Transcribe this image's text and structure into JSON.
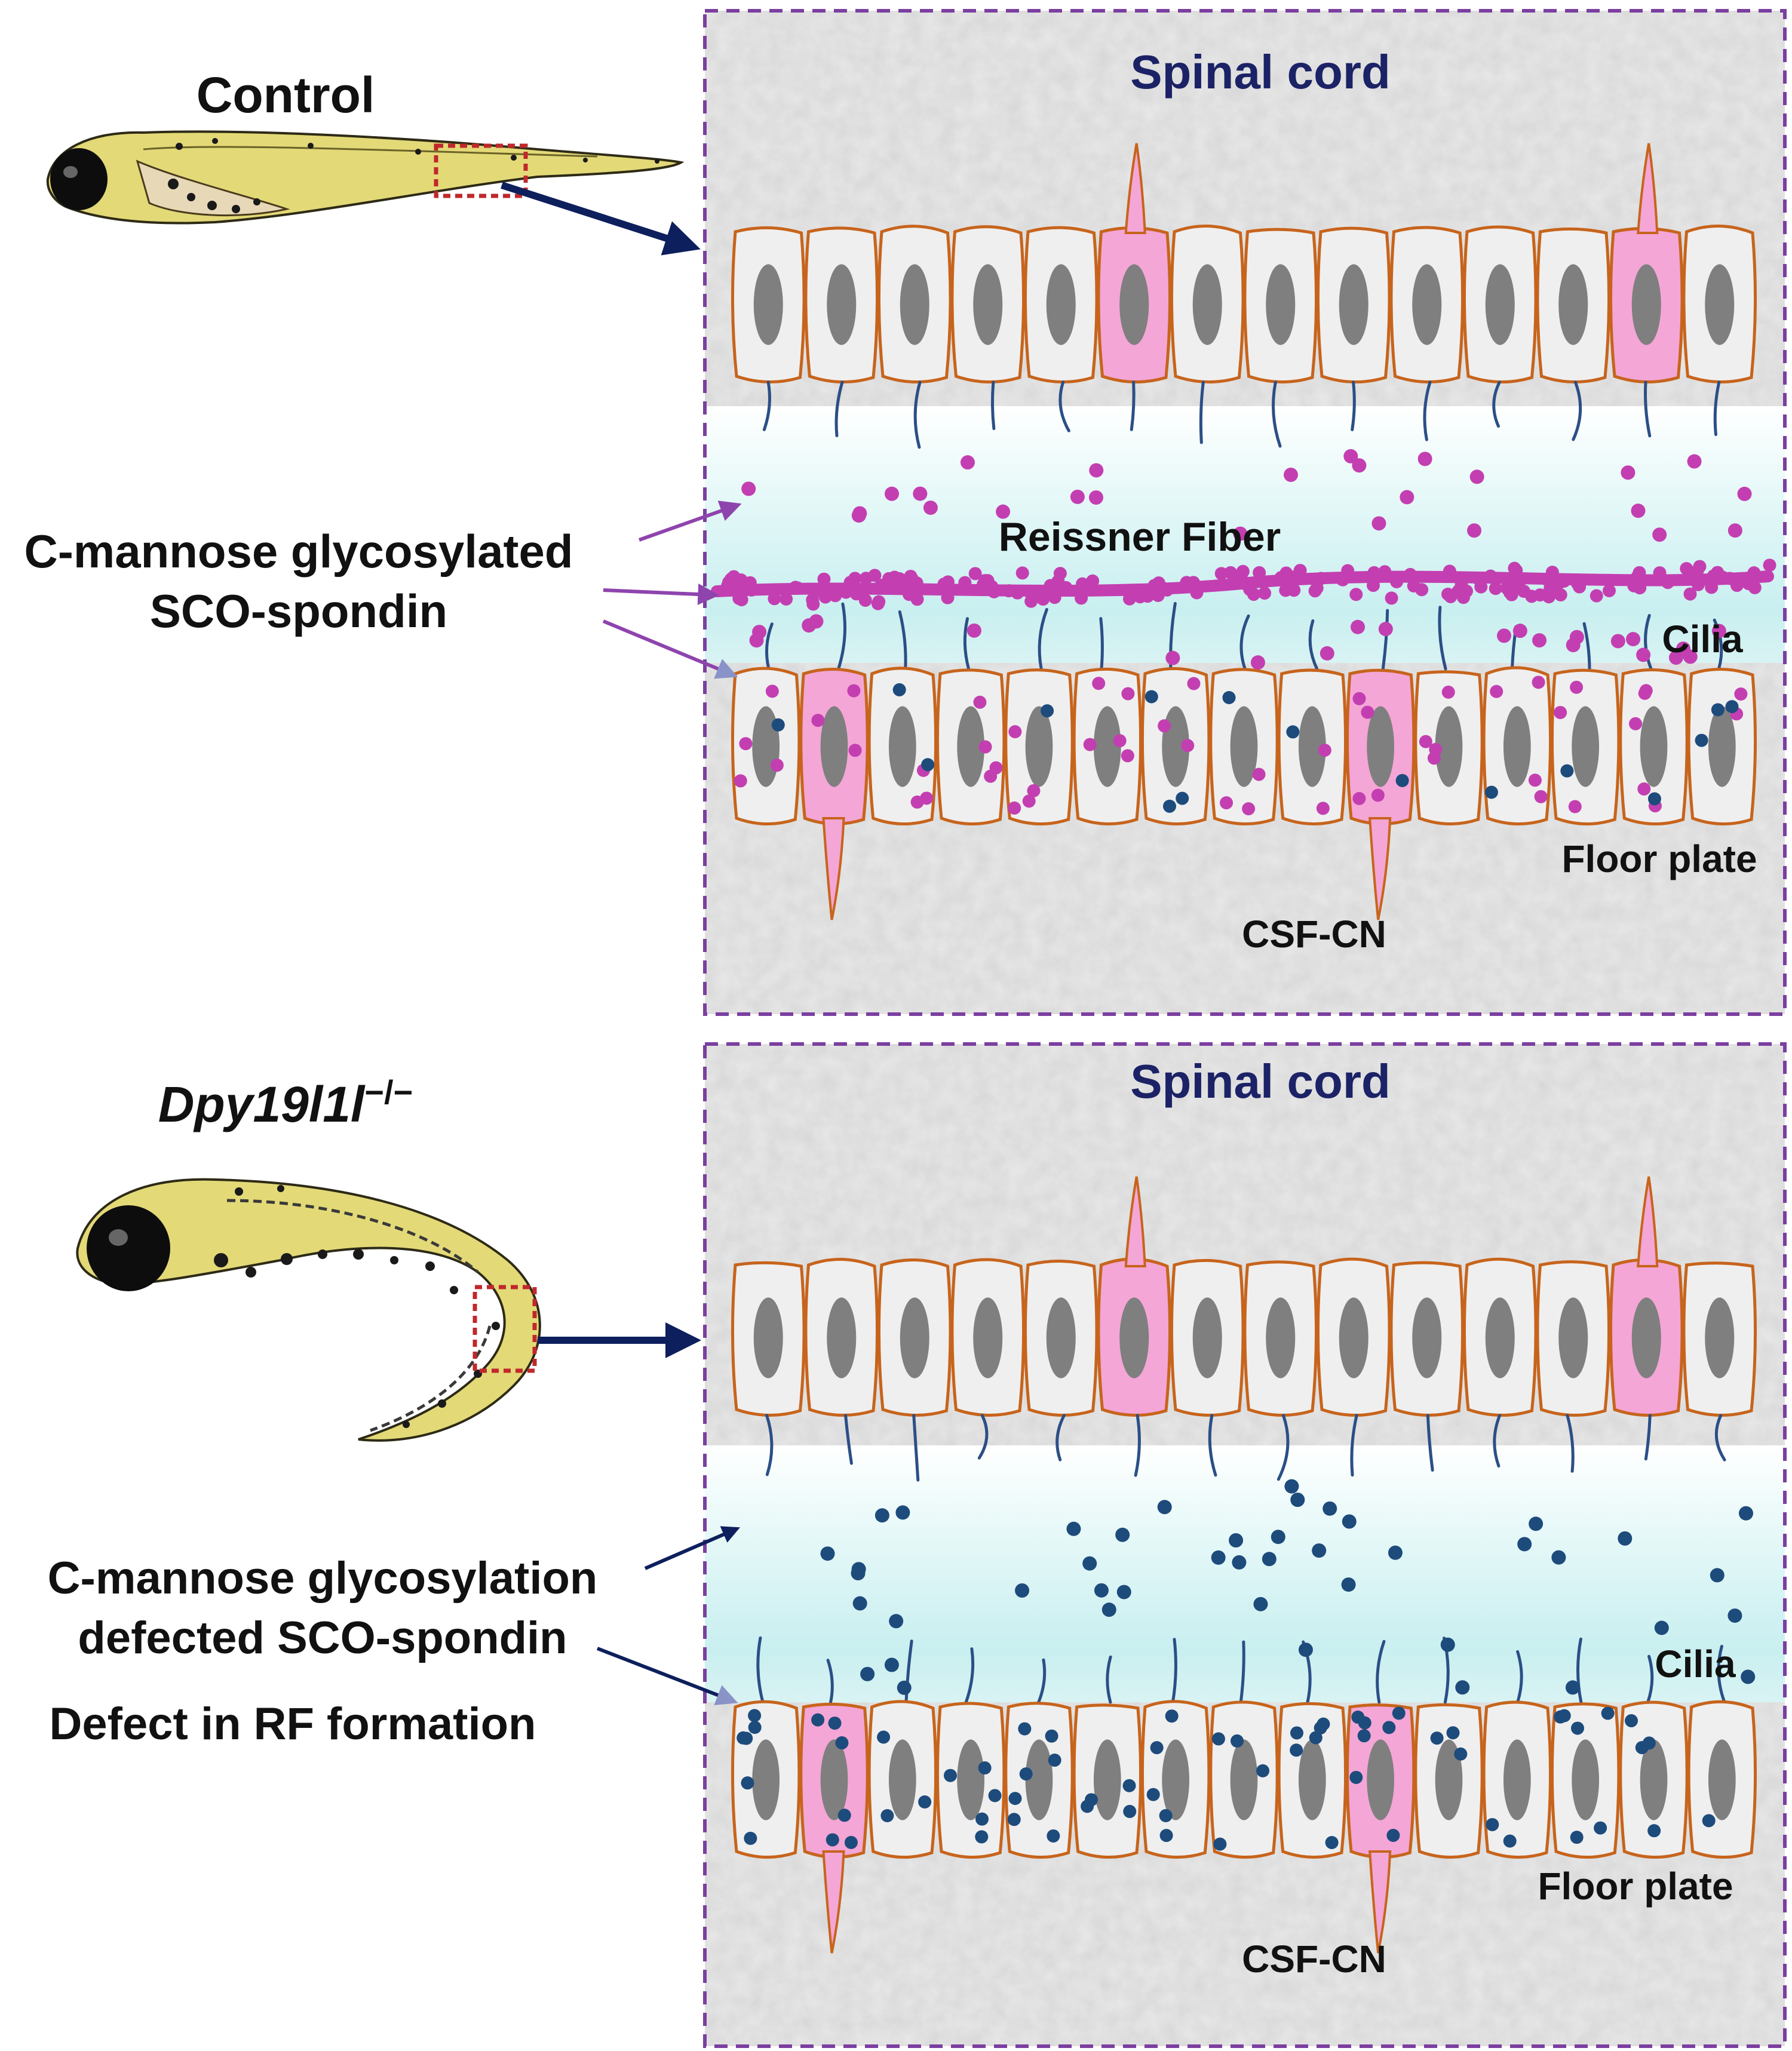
{
  "colors": {
    "frame": "#7b3fa0",
    "title": "#1c2266",
    "arrow_dark": "#0d1f5c",
    "arrow_purple": "#8e44ad",
    "cell_fill": "#efefef",
    "cell_stroke": "#c7641c",
    "nucleus": "#7f7f7f",
    "csf_cn": "#f4a6d6",
    "glyco_dot": "#c33fb1",
    "defect_dot": "#1d4b7c",
    "cilia": "#2b4f86",
    "csf_band": "#d8f4f4",
    "tissue": "#dcdcdc"
  },
  "top": {
    "condition_label": "Control",
    "panel_title": "Spinal cord",
    "sco_label_line1": "C-mannose glycosylated",
    "sco_label_line2": "SCO-spondin",
    "reissner_label": "Reissner Fiber",
    "cilia_label": "Cilia",
    "floor_plate_label": "Floor plate",
    "csf_cn_label": "CSF-CN"
  },
  "bottom": {
    "condition_label": "Dpy19l1l",
    "condition_superscript": "−/−",
    "panel_title": "Spinal cord",
    "sco_label_line1": "C-mannose glycosylation",
    "sco_label_line2": "defected SCO-spondin",
    "defect_label": "Defect in RF formation",
    "cilia_label": "Cilia",
    "floor_plate_label": "Floor plate",
    "csf_cn_label": "CSF-CN"
  }
}
